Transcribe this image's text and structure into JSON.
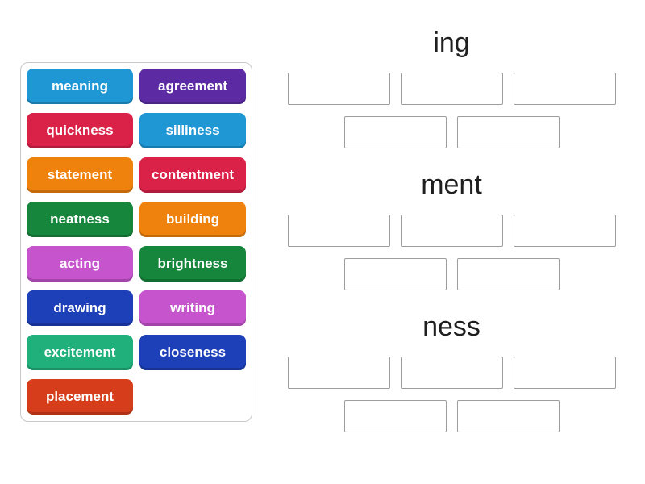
{
  "activity": {
    "background": "#ffffff"
  },
  "word_bank": {
    "text_color": "#ffffff",
    "panel_border_color": "#c8c8c8",
    "tiles": [
      {
        "label": "meaning",
        "color": "#1e97d4"
      },
      {
        "label": "agreement",
        "color": "#5c2ba3"
      },
      {
        "label": "quickness",
        "color": "#da2148"
      },
      {
        "label": "silliness",
        "color": "#1e97d4"
      },
      {
        "label": "statement",
        "color": "#ef820d"
      },
      {
        "label": "contentment",
        "color": "#da2148"
      },
      {
        "label": "neatness",
        "color": "#16863c"
      },
      {
        "label": "building",
        "color": "#ef820d"
      },
      {
        "label": "acting",
        "color": "#c655cd"
      },
      {
        "label": "brightness",
        "color": "#16863c"
      },
      {
        "label": "drawing",
        "color": "#1d3fb8"
      },
      {
        "label": "writing",
        "color": "#c655cd"
      },
      {
        "label": "excitement",
        "color": "#20b07c"
      },
      {
        "label": "closeness",
        "color": "#1d3fb8"
      },
      {
        "label": "placement",
        "color": "#d63d1b"
      }
    ]
  },
  "groups": [
    {
      "label": "ing",
      "slot_count": 5
    },
    {
      "label": "ment",
      "slot_count": 5
    },
    {
      "label": "ness",
      "slot_count": 5
    }
  ],
  "slot_style": {
    "border_color": "#9d9d9d",
    "fill": "#ffffff",
    "label_color": "#1f1f1f"
  }
}
